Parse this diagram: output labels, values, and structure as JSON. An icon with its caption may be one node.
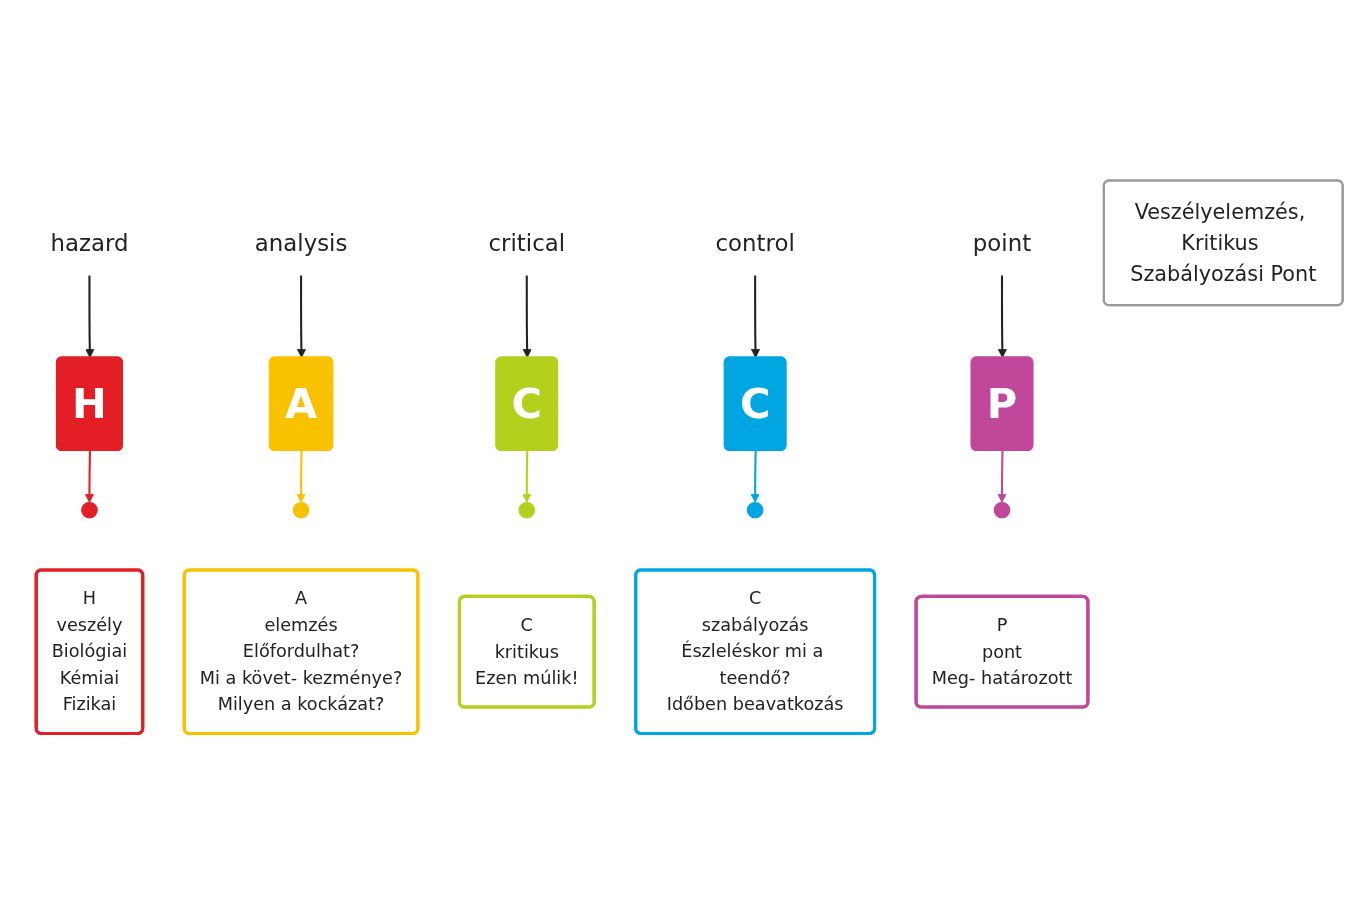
{
  "diagram": {
    "nodes": [
      {
        "text": [
          "hazard"
        ]
      },
      {
        "text": [
          "analysis"
        ]
      },
      {
        "text": [
          "critical"
        ]
      },
      {
        "text": [
          "control"
        ]
      },
      {
        "text": [
          "point"
        ]
      },
      {
        "text": [
          "H"
        ]
      },
      {
        "text": [
          "A"
        ]
      },
      {
        "text": [
          "C"
        ]
      },
      {
        "text": [
          "C"
        ]
      },
      {
        "text": [
          "P"
        ]
      },
      {
        "text": [
          "Veszélyelemzés, Kritikus Szabályozási Pont"
        ]
      },
      {
        "text": [],
        "shape": "circle"
      },
      {
        "text": [
          "H",
          "veszély",
          "Biológiai",
          "Kémiai",
          "Fizikai"
        ]
      },
      {
        "text": [],
        "shape": "circle"
      },
      {
        "text": [
          "A",
          "elemzés",
          "Előfordulhat?",
          "Mi a követ- kezménye?",
          "Milyen a kockázat?"
        ]
      },
      {
        "text": [],
        "shape": "circle"
      },
      {
        "text": [
          "C",
          "kritikus",
          "Ezen múlik!"
        ]
      },
      {
        "text": [],
        "shape": "circle"
      },
      {
        "text": [
          "C",
          "szabályozás",
          "Észleléskor mi a teendő?",
          "Időben beavatkozás"
        ]
      },
      {
        "text": [],
        "shape": "circle"
      },
      {
        "text": [
          "P",
          "pont",
          "Meg- határozott"
        ]
      }
    ],
    "edges": [
      {
        "from": 0,
        "to": 5,
        "arrow": "to"
      },
      {
        "from": 1,
        "to": 6,
        "arrow": "to"
      },
      {
        "from": 2,
        "to": 7,
        "arrow": "to"
      },
      {
        "from": 3,
        "to": 8,
        "arrow": "to"
      },
      {
        "from": 4,
        "to": 9,
        "arrow": "to"
      },
      {
        "from": 5,
        "to": 11,
        "arrow": "to",
        "color": "#e31e24"
      },
      {
        "from": 6,
        "to": 13,
        "arrow": "to",
        "color": "#f9c200"
      },
      {
        "from": 7,
        "to": 15,
        "arrow": "to",
        "color": "#b5cf1d"
      },
      {
        "from": 8,
        "to": 17,
        "arrow": "to",
        "color": "#00a6e2"
      },
      {
        "from": 9,
        "to": 19,
        "arrow": "to",
        "color": "#c0479a"
      }
    ]
  }
}
